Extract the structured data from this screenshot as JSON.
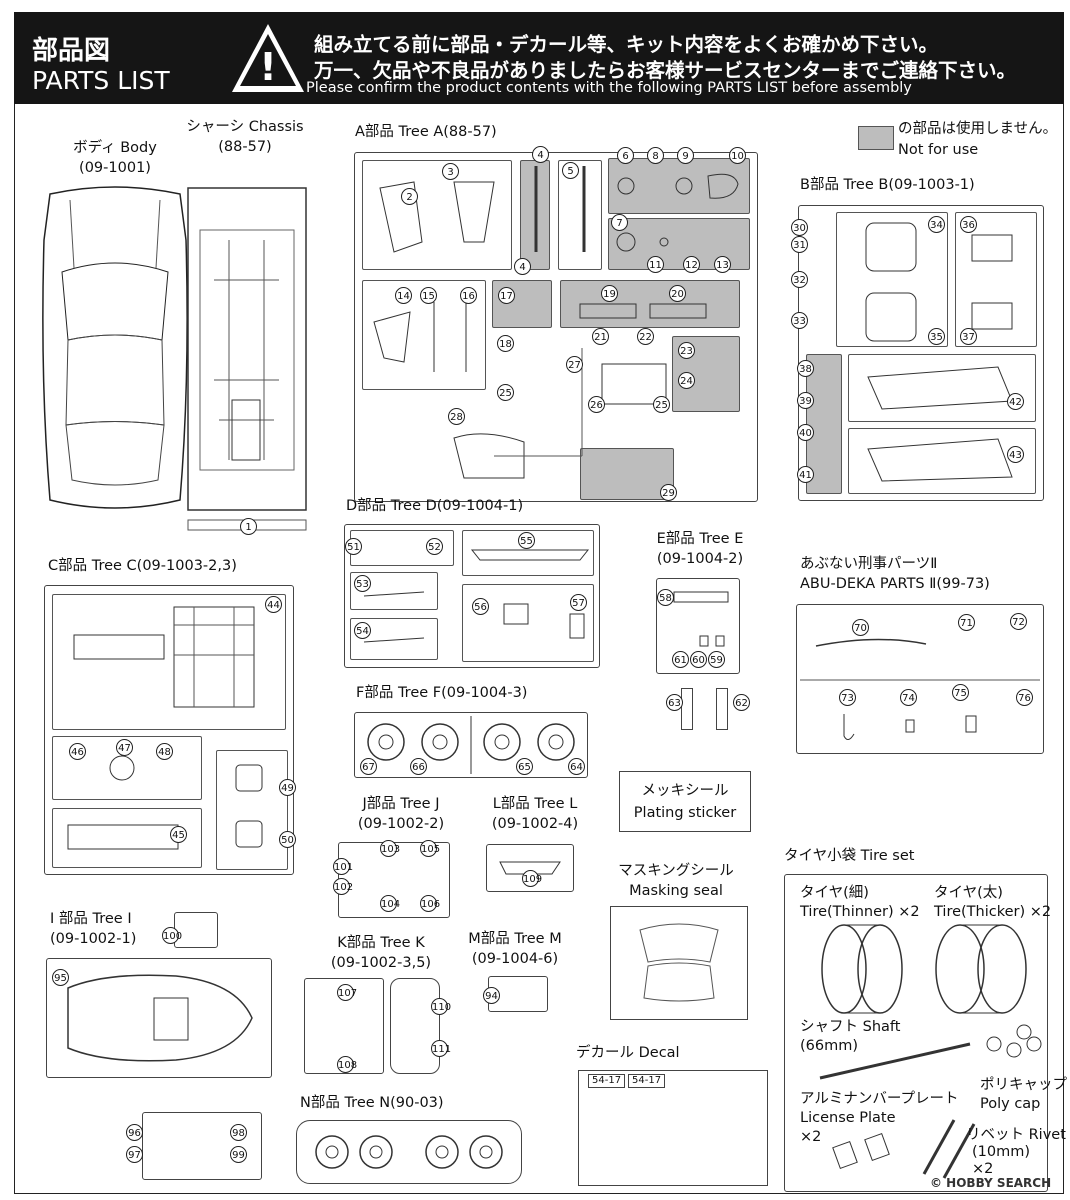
{
  "header": {
    "title_jp": "部品図",
    "title_en": "PARTS LIST",
    "notice_line1": "組み立てる前に部品・デカール等、キット内容をよくお確かめ下さい。",
    "notice_line2": "万一、欠品や不良品がありましたらお客様サービスセンターまでご連絡下さい。",
    "notice_line3": "Please confirm the product contents with the following PARTS LIST before assembly",
    "warning_mark": "!"
  },
  "legend": {
    "jp": "の部品は使用しません。",
    "en": "Not for use",
    "color": "#bdbdbd"
  },
  "parts": {
    "body": {
      "label": "ボディ Body",
      "code": "(09-1001)"
    },
    "chassis": {
      "label": "シャーシ Chassis",
      "code": "(88-57)"
    },
    "treeA": {
      "label": "A部品 Tree A(88-57)"
    },
    "treeB": {
      "label": "B部品 Tree B(09-1003-1)"
    },
    "treeC": {
      "label": "C部品 Tree C(09-1003-2,3)"
    },
    "treeD": {
      "label": "D部品 Tree D(09-1004-1)"
    },
    "treeE": {
      "label": "E部品 Tree E",
      "code": "(09-1004-2)"
    },
    "treeF": {
      "label": "F部品 Tree F(09-1004-3)"
    },
    "abudeka": {
      "label": "あぶない刑事パーツⅡ",
      "label2": "ABU-DEKA PARTS Ⅱ(99-73)"
    },
    "treeI": {
      "label": "I 部品 Tree I",
      "code": "(09-1002-1)"
    },
    "treeJ": {
      "label": "J部品 Tree J",
      "code": "(09-1002-2)"
    },
    "treeL": {
      "label": "L部品 Tree L",
      "code": "(09-1002-4)"
    },
    "treeK": {
      "label": "K部品 Tree K",
      "code": "(09-1002-3,5)"
    },
    "treeM": {
      "label": "M部品 Tree M",
      "code": "(09-1004-6)"
    },
    "treeN": {
      "label": "N部品 Tree N(90-03)"
    },
    "plating": {
      "jp": "メッキシール",
      "en": "Plating sticker"
    },
    "masking": {
      "jp": "マスキングシール",
      "en": "Masking seal"
    },
    "decal": {
      "label": "デカール  Decal"
    },
    "tireset": {
      "label": "タイヤ小袋  Tire set",
      "thin_jp": "タイヤ(細)",
      "thin_en": "Tire(Thinner) ×2",
      "thick_jp": "タイヤ(太)",
      "thick_en": "Tire(Thicker) ×2",
      "shaft_jp": "シャフト Shaft",
      "shaft_en": "(66mm)",
      "plate_jp": "アルミナンバープレート",
      "plate_en": "License Plate",
      "plate_qty": "×2",
      "polycap_jp": "ポリキャップ",
      "polycap_en": "Poly cap",
      "rivet_jp": "リベット Rivet",
      "rivet_size": "(10mm)",
      "rivet_qty": "×2"
    }
  },
  "decal_plate_text": "54-17",
  "watermark": "© HOBBY SEARCH"
}
